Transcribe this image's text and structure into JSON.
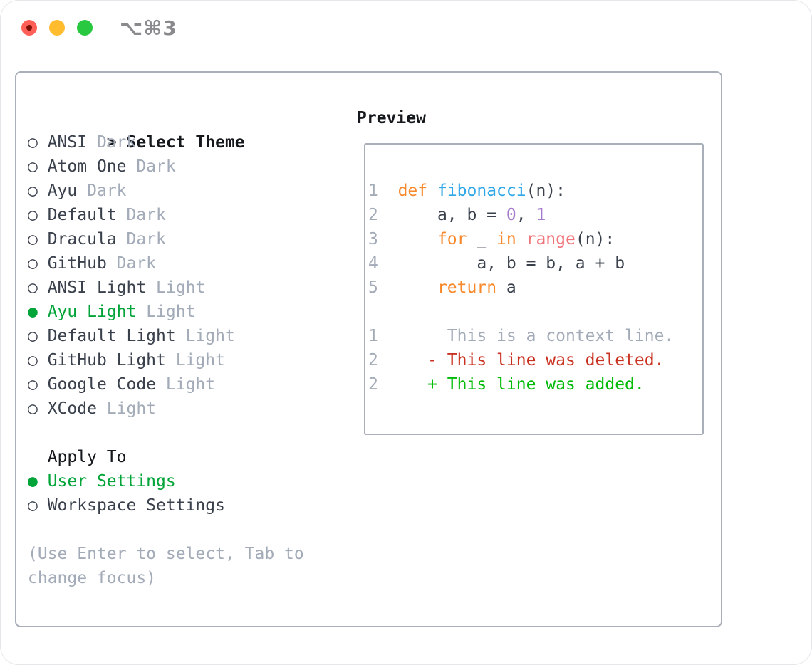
{
  "window": {
    "title": "⌥⌘3"
  },
  "colors": {
    "header": "#15181C",
    "text_dark": "#3A414C",
    "muted": "#A3ABB8",
    "border": "#A9AFB9",
    "accent_green": "#00A438",
    "diff_add_green": "#00BB08",
    "diff_del_red": "#C93120",
    "kw_orange": "#F8892B",
    "fn_blue": "#2FA7E8",
    "num_purple": "#A37ACC",
    "builtin_coral": "#F0757B",
    "title_gray": "#8A8A8E",
    "traffic_red": "#FF5F57",
    "traffic_red_dot": "#7A1008",
    "traffic_yellow": "#FEBC2E",
    "traffic_green": "#28C840"
  },
  "left": {
    "header_marker": ">",
    "header": "Select Theme",
    "marker_selected": "●",
    "marker_unselected": "○",
    "themes": [
      {
        "name": "ANSI",
        "variant": "Dark",
        "selected": false
      },
      {
        "name": "Atom One",
        "variant": "Dark",
        "selected": false
      },
      {
        "name": "Ayu",
        "variant": "Dark",
        "selected": false
      },
      {
        "name": "Default",
        "variant": "Dark",
        "selected": false
      },
      {
        "name": "Dracula",
        "variant": "Dark",
        "selected": false
      },
      {
        "name": "GitHub",
        "variant": "Dark",
        "selected": false
      },
      {
        "name": "ANSI Light",
        "variant": "Light",
        "selected": false
      },
      {
        "name": "Ayu Light",
        "variant": "Light",
        "selected": true
      },
      {
        "name": "Default Light",
        "variant": "Light",
        "selected": false
      },
      {
        "name": "GitHub Light",
        "variant": "Light",
        "selected": false
      },
      {
        "name": "Google Code",
        "variant": "Light",
        "selected": false
      },
      {
        "name": "XCode",
        "variant": "Light",
        "selected": false
      }
    ],
    "apply_header": "Apply To",
    "apply_options": [
      {
        "label": "User Settings",
        "selected": true
      },
      {
        "label": "Workspace Settings",
        "selected": false
      }
    ],
    "hint": "(Use Enter to select, Tab to change focus)"
  },
  "preview": {
    "header": "Preview",
    "lines": [
      [
        {
          "t": "1",
          "c": "muted"
        },
        {
          "t": "  ",
          "c": "text_dark"
        },
        {
          "t": "def",
          "c": "kw_orange"
        },
        {
          "t": " ",
          "c": "text_dark"
        },
        {
          "t": "fibonacci",
          "c": "fn_blue"
        },
        {
          "t": "(n):",
          "c": "text_dark"
        }
      ],
      [
        {
          "t": "2",
          "c": "muted"
        },
        {
          "t": "      a, b = ",
          "c": "text_dark"
        },
        {
          "t": "0",
          "c": "num_purple"
        },
        {
          "t": ", ",
          "c": "text_dark"
        },
        {
          "t": "1",
          "c": "num_purple"
        }
      ],
      [
        {
          "t": "3",
          "c": "muted"
        },
        {
          "t": "      ",
          "c": "text_dark"
        },
        {
          "t": "for",
          "c": "kw_orange"
        },
        {
          "t": " _ ",
          "c": "text_dark"
        },
        {
          "t": "in",
          "c": "kw_orange"
        },
        {
          "t": " ",
          "c": "text_dark"
        },
        {
          "t": "range",
          "c": "builtin_coral"
        },
        {
          "t": "(n):",
          "c": "text_dark"
        }
      ],
      [
        {
          "t": "4",
          "c": "muted"
        },
        {
          "t": "          a, b = b, a + b",
          "c": "text_dark"
        }
      ],
      [
        {
          "t": "5",
          "c": "muted"
        },
        {
          "t": "      ",
          "c": "text_dark"
        },
        {
          "t": "return",
          "c": "kw_orange"
        },
        {
          "t": " a",
          "c": "text_dark"
        }
      ],
      [],
      [
        {
          "t": "1",
          "c": "muted"
        },
        {
          "t": "       This is a context line.",
          "c": "muted"
        }
      ],
      [
        {
          "t": "2",
          "c": "muted"
        },
        {
          "t": "     - This line was deleted.",
          "c": "diff_del_red"
        }
      ],
      [
        {
          "t": "2",
          "c": "muted"
        },
        {
          "t": "     + This line was added.",
          "c": "diff_add_green"
        }
      ]
    ]
  }
}
